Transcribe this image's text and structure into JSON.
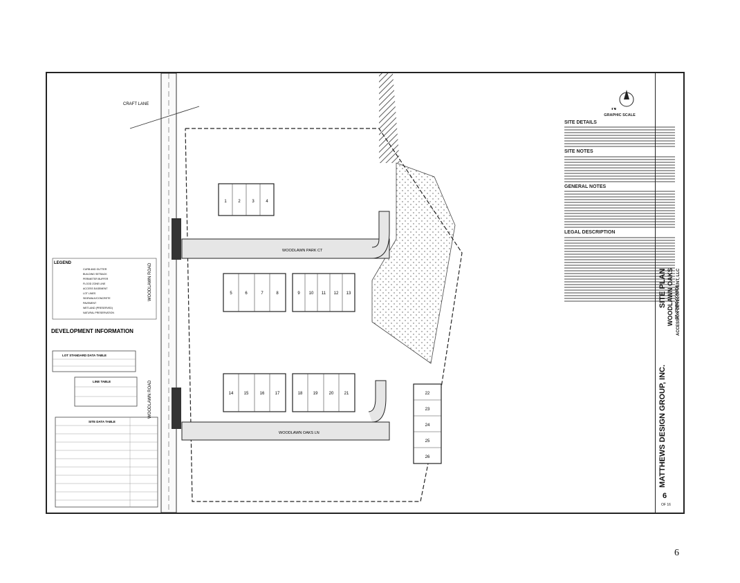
{
  "plan": {
    "street_top": "CRAFT LANE",
    "road_main": "WOODLAWN ROAD",
    "road_lower": "WOODLAWN ROAD",
    "court": "WOODLAWN PARK CT",
    "lane": "WOODLAWN OAKS LN",
    "legend_title": "LEGEND",
    "legend_items": [
      "CURB AND GUTTER",
      "BUILDING SETBACK",
      "PERIMETER BUFFER",
      "FLOOD ZONE LINE",
      "ACCESS EASEMENT",
      "LOT LINES",
      "SIDEWALK/CONCRETE",
      "PAVEMENT",
      "WETLAND (PRESERVED)",
      "NATURAL PRESERVATION"
    ],
    "dev_info_title": "DEVELOPMENT INFORMATION",
    "lot_table_title": "LOT STANDARD DATA TABLE",
    "line_table_title": "LINE TABLE",
    "site_table_title": "SITE DATA TABLE",
    "lots": [
      "1",
      "2",
      "3",
      "4",
      "5",
      "6",
      "7",
      "8",
      "9",
      "10",
      "11",
      "12",
      "13",
      "14",
      "15",
      "16",
      "17",
      "18",
      "19",
      "20",
      "21",
      "22",
      "23",
      "24",
      "25",
      "26"
    ]
  },
  "notes": {
    "north": "N",
    "graphic_scale": "GRAPHIC SCALE",
    "site_details": "SITE DETAILS",
    "site_notes": "SITE NOTES",
    "general_notes": "GENERAL NOTES",
    "legal_description": "LEGAL DESCRIPTION"
  },
  "titleblock": {
    "firm": "MATTHEWS DESIGN GROUP, INC.",
    "sheet_title": "SITE PLAN",
    "project": "WOODLAWN OAKS",
    "county": "ST. JOHNS COUNTY",
    "client": "ACCESSION DEVELOPMENT, LLC",
    "sheet_no": "6",
    "sheet_of": "OF 16"
  },
  "page_number": "6"
}
